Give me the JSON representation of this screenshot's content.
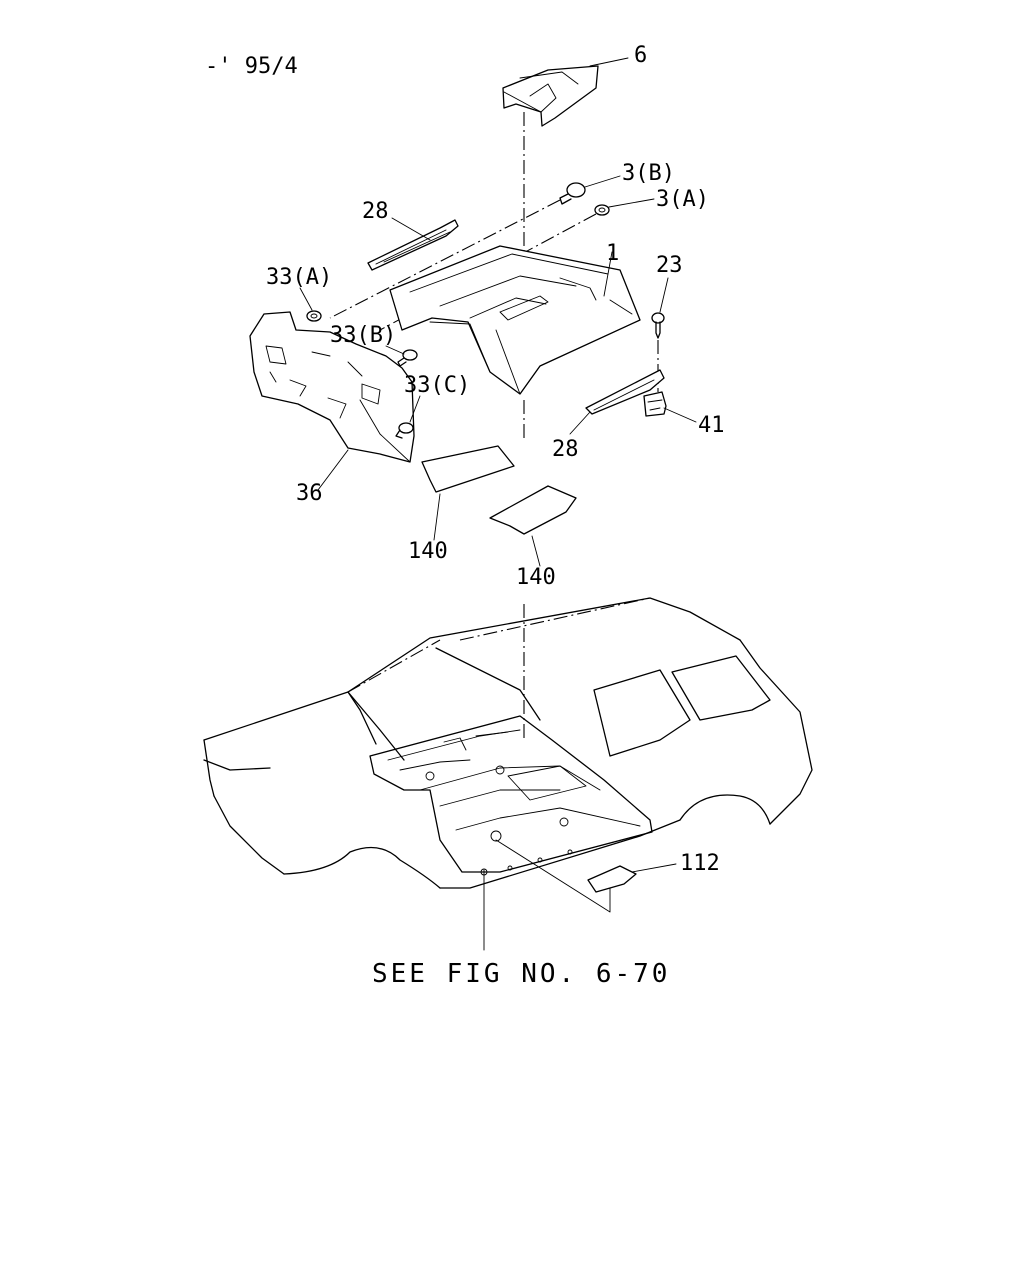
{
  "header": {
    "code": "-' 95/4"
  },
  "callouts": [
    {
      "id": "6",
      "text": "6"
    },
    {
      "id": "3b",
      "text": "3(B)"
    },
    {
      "id": "3a",
      "text": "3(A)"
    },
    {
      "id": "28-top",
      "text": "28"
    },
    {
      "id": "1",
      "text": "1"
    },
    {
      "id": "23",
      "text": "23"
    },
    {
      "id": "33a",
      "text": "33(A)"
    },
    {
      "id": "33b",
      "text": "33(B)"
    },
    {
      "id": "33c",
      "text": "33(C)"
    },
    {
      "id": "41",
      "text": "41"
    },
    {
      "id": "28-bottom",
      "text": "28"
    },
    {
      "id": "36",
      "text": "36"
    },
    {
      "id": "140-left",
      "text": "140"
    },
    {
      "id": "140-right",
      "text": "140"
    },
    {
      "id": "112",
      "text": "112"
    }
  ],
  "reference": {
    "text": "SEE FIG NO. 6-70"
  }
}
